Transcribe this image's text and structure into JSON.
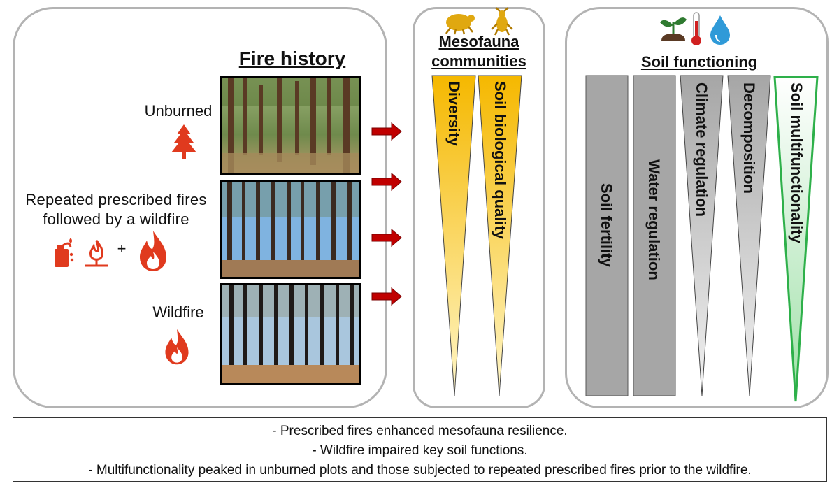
{
  "fire_history": {
    "title": "Fire history",
    "treatments": [
      {
        "label": "Unburned"
      },
      {
        "label_line1": "Repeated prescribed fires",
        "label_line2": "followed by a wildfire",
        "plus": "+"
      },
      {
        "label": "Wildfire"
      }
    ]
  },
  "mesofauna": {
    "title_line1": "Mesofauna",
    "title_line2": "communities",
    "wedges": [
      "Diversity",
      "Soil biological quality"
    ]
  },
  "soil_functioning": {
    "title": "Soil functioning",
    "bars": [
      "Soil fertility",
      "Water regulation"
    ],
    "wedges": [
      "Climate regulation",
      "Decomposition"
    ],
    "multifunctionality": "Soil multifunctionality"
  },
  "conclusions": [
    "- Prescribed fires enhanced mesofauna resilience.",
    "- Wildfire impaired key soil functions.",
    "- Multifunctionality peaked in unburned plots and those subjected to repeated prescribed fires prior to the wildfire."
  ],
  "colors": {
    "fire_red": "#e03a1e",
    "arrow_red": "#c00000",
    "panel_border": "#b3b3b3",
    "mesofauna_yellow": "#f6c416",
    "soil_gray": "#a6a6a6",
    "multifunction_green": "#2eb04a"
  }
}
